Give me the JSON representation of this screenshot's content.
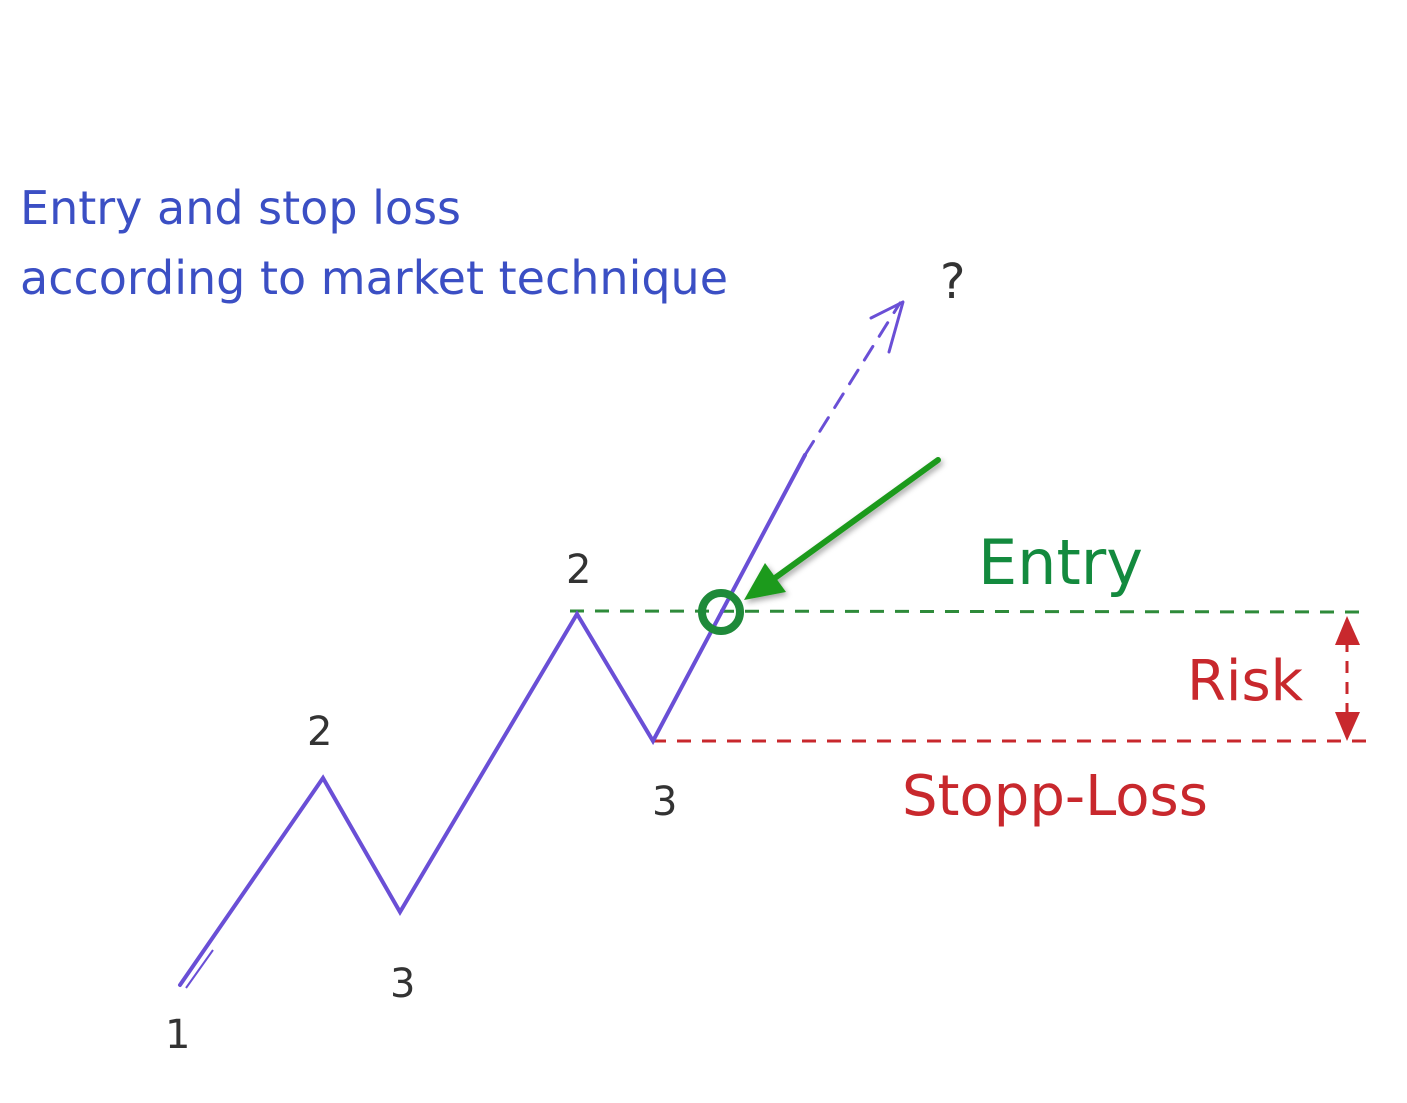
{
  "title_line_1": "Entry and stop loss",
  "title_line_2": "according to market technique",
  "question_mark": "?",
  "points": {
    "p1": "1",
    "p2_first": "2",
    "p3_first": "3",
    "p2_second": "2",
    "p3_second": "3"
  },
  "labels": {
    "entry": "Entry",
    "risk": "Risk",
    "stop_loss": "Stopp-Loss"
  },
  "colors": {
    "title": "#3b4fc4",
    "wave": "#6a4fd6",
    "entry": "#138a3e",
    "arrow": "#1f9a1f",
    "risk": "#c8282d",
    "numbers": "#333333"
  }
}
